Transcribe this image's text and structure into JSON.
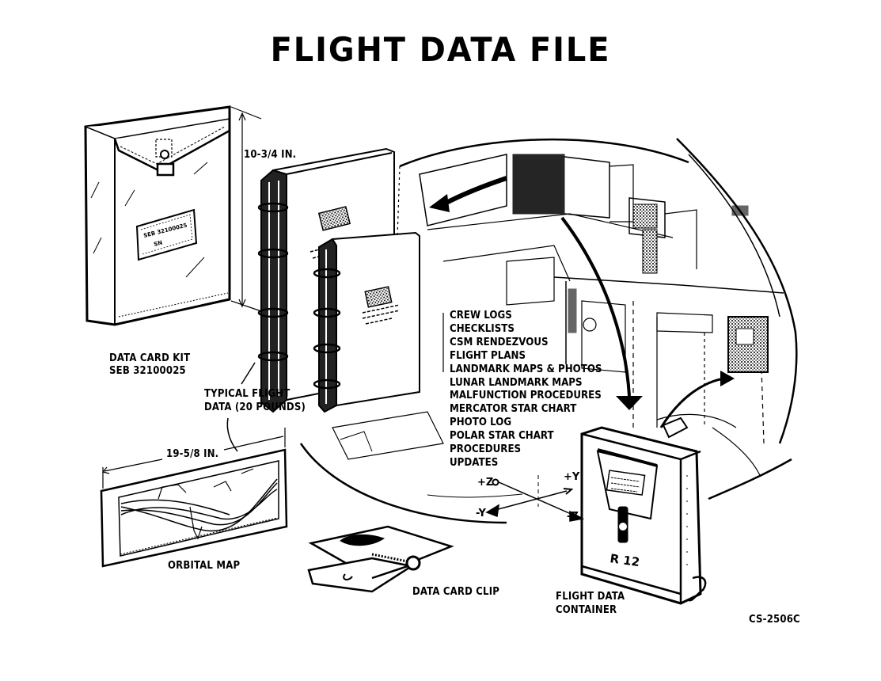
{
  "title": "FLIGHT DATA FILE",
  "items": {
    "data_card_kit": {
      "label_line1": "DATA CARD KIT",
      "label_line2": "SEB 32100025",
      "dimension": "10-3/4 IN."
    },
    "typical_flight_data": {
      "label_line1": "TYPICAL FLIGHT",
      "label_line2": "DATA (20 POUNDS)"
    },
    "orbital_map": {
      "label": "ORBITAL MAP",
      "dimension": "19-5/8 IN."
    },
    "data_card_clip": {
      "label": "DATA CARD CLIP"
    },
    "flight_data_container": {
      "label_line1": "FLIGHT DATA",
      "label_line2": "CONTAINER",
      "marking": "R 12"
    }
  },
  "contents_list": [
    "CREW LOGS",
    "CHECKLISTS",
    "CSM RENDEZVOUS",
    "FLIGHT PLANS",
    "LANDMARK MAPS & PHOTOS",
    "LUNAR LANDMARK MAPS",
    "MALFUNCTION PROCEDURES",
    "MERCATOR STAR CHART",
    "PHOTO LOG",
    "POLAR STAR CHART",
    "PROCEDURES",
    "UPDATES"
  ],
  "axes": {
    "plus_z": "+Z",
    "plus_y": "+Y",
    "minus_y": "-Y",
    "minus_z": "-Z"
  },
  "figure_id": "CS-2506C"
}
